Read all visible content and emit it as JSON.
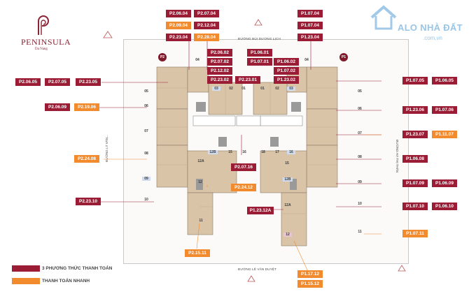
{
  "brand": {
    "name": "PENINSULA",
    "sub": "Da Nang",
    "color": "#8c2233"
  },
  "watermark": {
    "text": "ALO NHÀ ĐẤT",
    "sub": ".com.vn"
  },
  "roads": {
    "top": "ĐƯỜNG BÙI DƯƠNG LỊCH",
    "bottom": "ĐƯỜNG LÊ VĂN DUYỆT",
    "left": "ĐƯỜNG LÝ VĂN...",
    "right": "ĐƯỜNG HÀ THỊ THÂN"
  },
  "markers": {
    "p1": "P1",
    "p2": "P2"
  },
  "tags_red": [
    "P2.06.04",
    "P2.07.04",
    "P2.12.04",
    "P2.23.04",
    "P1.07.04",
    "P1.07.04",
    "P1.23.04",
    "P2.06.02",
    "P2.07.02",
    "P2.12.02",
    "P2.23.02",
    "P2.23.01",
    "P1.06.01",
    "P1.07.01",
    "P1.06.02",
    "P1.07.02",
    "P1.23.02",
    "P2.06.05",
    "P2.07.05",
    "P2.23.05",
    "P1.07.05",
    "P1.06.05",
    "P2.06.09",
    "P1.23.06",
    "P1.07.06",
    "P1.23.07",
    "P1.06.08",
    "P2.07.16",
    "P1.07.09",
    "P1.06.09",
    "P2.23.10",
    "P1.07.10",
    "P1.06.10",
    "P1.23.12A"
  ],
  "tags_orange": [
    "P2.09.04",
    "P2.28.04",
    "P2.19.06",
    "P1.11.07",
    "P2.24.08",
    "P2.24.12",
    "P1.07.11",
    "P2.15.11",
    "P1.17.12",
    "P1.15.12"
  ],
  "legend": {
    "red_label": "3 PHƯƠNG THỨC THANH TOÁN",
    "orange_label": "THANH TOÁN NHANH",
    "red_color": "#9b1c35",
    "orange_color": "#f28a2e"
  },
  "units": [
    "04",
    "03",
    "02",
    "01",
    "01",
    "02",
    "03",
    "04",
    "05",
    "06",
    "07",
    "08",
    "09",
    "10",
    "11",
    "12",
    "12A",
    "12B",
    "15",
    "16",
    "17",
    "18",
    "05",
    "06",
    "07",
    "08",
    "09",
    "10",
    "11",
    "12",
    "12A",
    "12B",
    "15",
    "16"
  ]
}
